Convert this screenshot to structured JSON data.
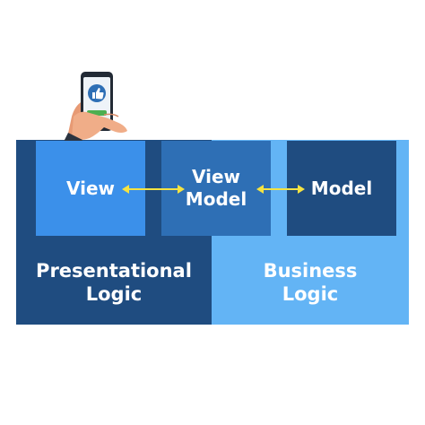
{
  "diagram": {
    "boxes": {
      "view": "View",
      "view_model": "View\nModel",
      "model": "Model"
    },
    "layers": {
      "presentational": "Presentational\nLogic",
      "business": "Business\nLogic"
    }
  },
  "colors": {
    "dark_blue": "#1f4c80",
    "mid_blue": "#2e6fb5",
    "bright_blue": "#3b90ea",
    "light_blue": "#63b4f5",
    "arrow_yellow": "#f5e342"
  },
  "icons": [
    "smartphone-in-hand-icon",
    "thumbs-up-icon",
    "double-arrow-icon"
  ]
}
